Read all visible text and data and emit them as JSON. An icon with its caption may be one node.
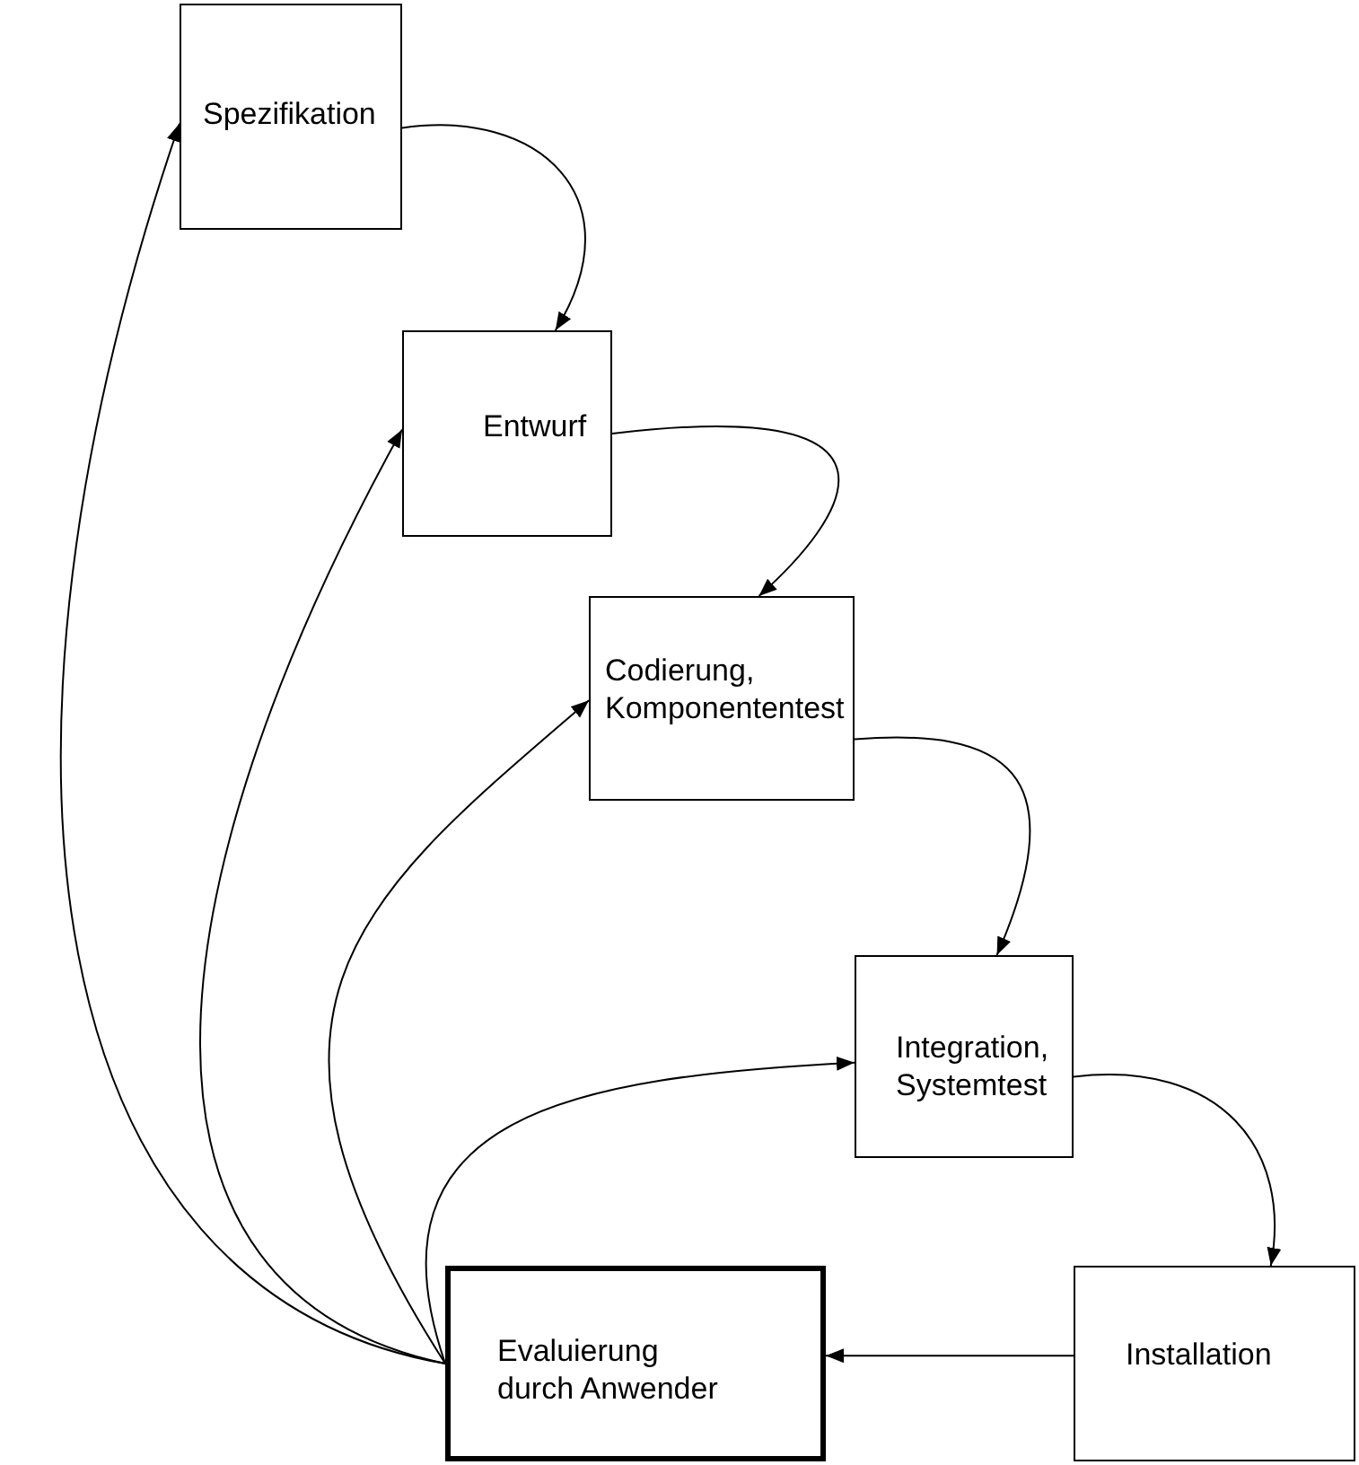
{
  "diagram": {
    "nodes": [
      {
        "text": [
          "Spezifikation"
        ]
      },
      {
        "text": [
          "Entwurf"
        ]
      },
      {
        "text": [
          "Codierung, Komponententest"
        ]
      },
      {
        "text": [
          "Integration, Systemtest"
        ]
      },
      {
        "text": [
          "Installation"
        ]
      },
      {
        "text": [
          "Evaluierung durch Anwender"
        ]
      }
    ],
    "edges": [
      {
        "from": 0,
        "to": 1,
        "arrow": "to"
      },
      {
        "from": 1,
        "to": 2,
        "arrow": "to"
      },
      {
        "from": 2,
        "to": 3,
        "arrow": "to"
      },
      {
        "from": 3,
        "to": 4,
        "arrow": "to"
      },
      {
        "from": 4,
        "to": 5,
        "arrow": "to"
      },
      {
        "from": 5,
        "to": 0,
        "arrow": "to"
      },
      {
        "from": 5,
        "to": 1,
        "arrow": "to"
      },
      {
        "from": 5,
        "to": 2,
        "arrow": "to"
      },
      {
        "from": 5,
        "to": 3,
        "arrow": "to"
      }
    ]
  }
}
